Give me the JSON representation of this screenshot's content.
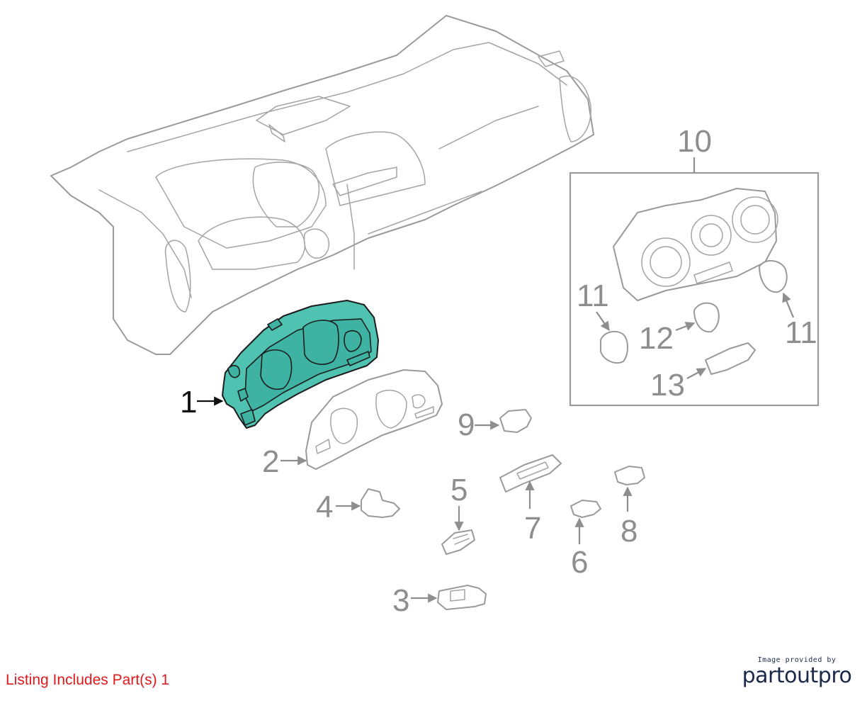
{
  "diagram": {
    "highlighted_part": "1",
    "group_label": "10",
    "callouts": [
      "1",
      "2",
      "3",
      "4",
      "5",
      "6",
      "7",
      "8",
      "9",
      "10",
      "11",
      "11",
      "12",
      "13"
    ],
    "colors": {
      "highlight": "#4fc2b2",
      "outline": "#9a9a9a",
      "callout": "#8e8e8e",
      "active": "#111111"
    }
  },
  "footer": {
    "listing_note": "Listing Includes Part(s) 1"
  },
  "credit": {
    "caption": "Image provided by",
    "logo": "partoutpro"
  }
}
